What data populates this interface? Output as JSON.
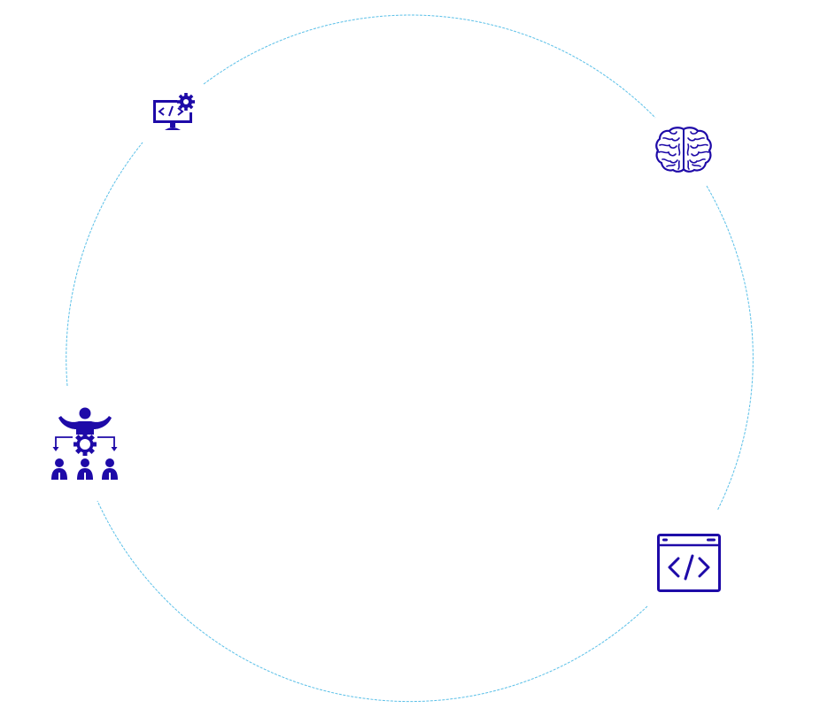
{
  "diagram": {
    "ring_color": "#5bc0e8",
    "icon_color": "#1e0aa8",
    "nodes": [
      {
        "id": "dev",
        "icon": "monitor-code-gear-icon"
      },
      {
        "id": "brain",
        "icon": "brain-icon"
      },
      {
        "id": "team",
        "icon": "team-management-icon"
      },
      {
        "id": "code",
        "icon": "code-window-icon"
      }
    ]
  }
}
